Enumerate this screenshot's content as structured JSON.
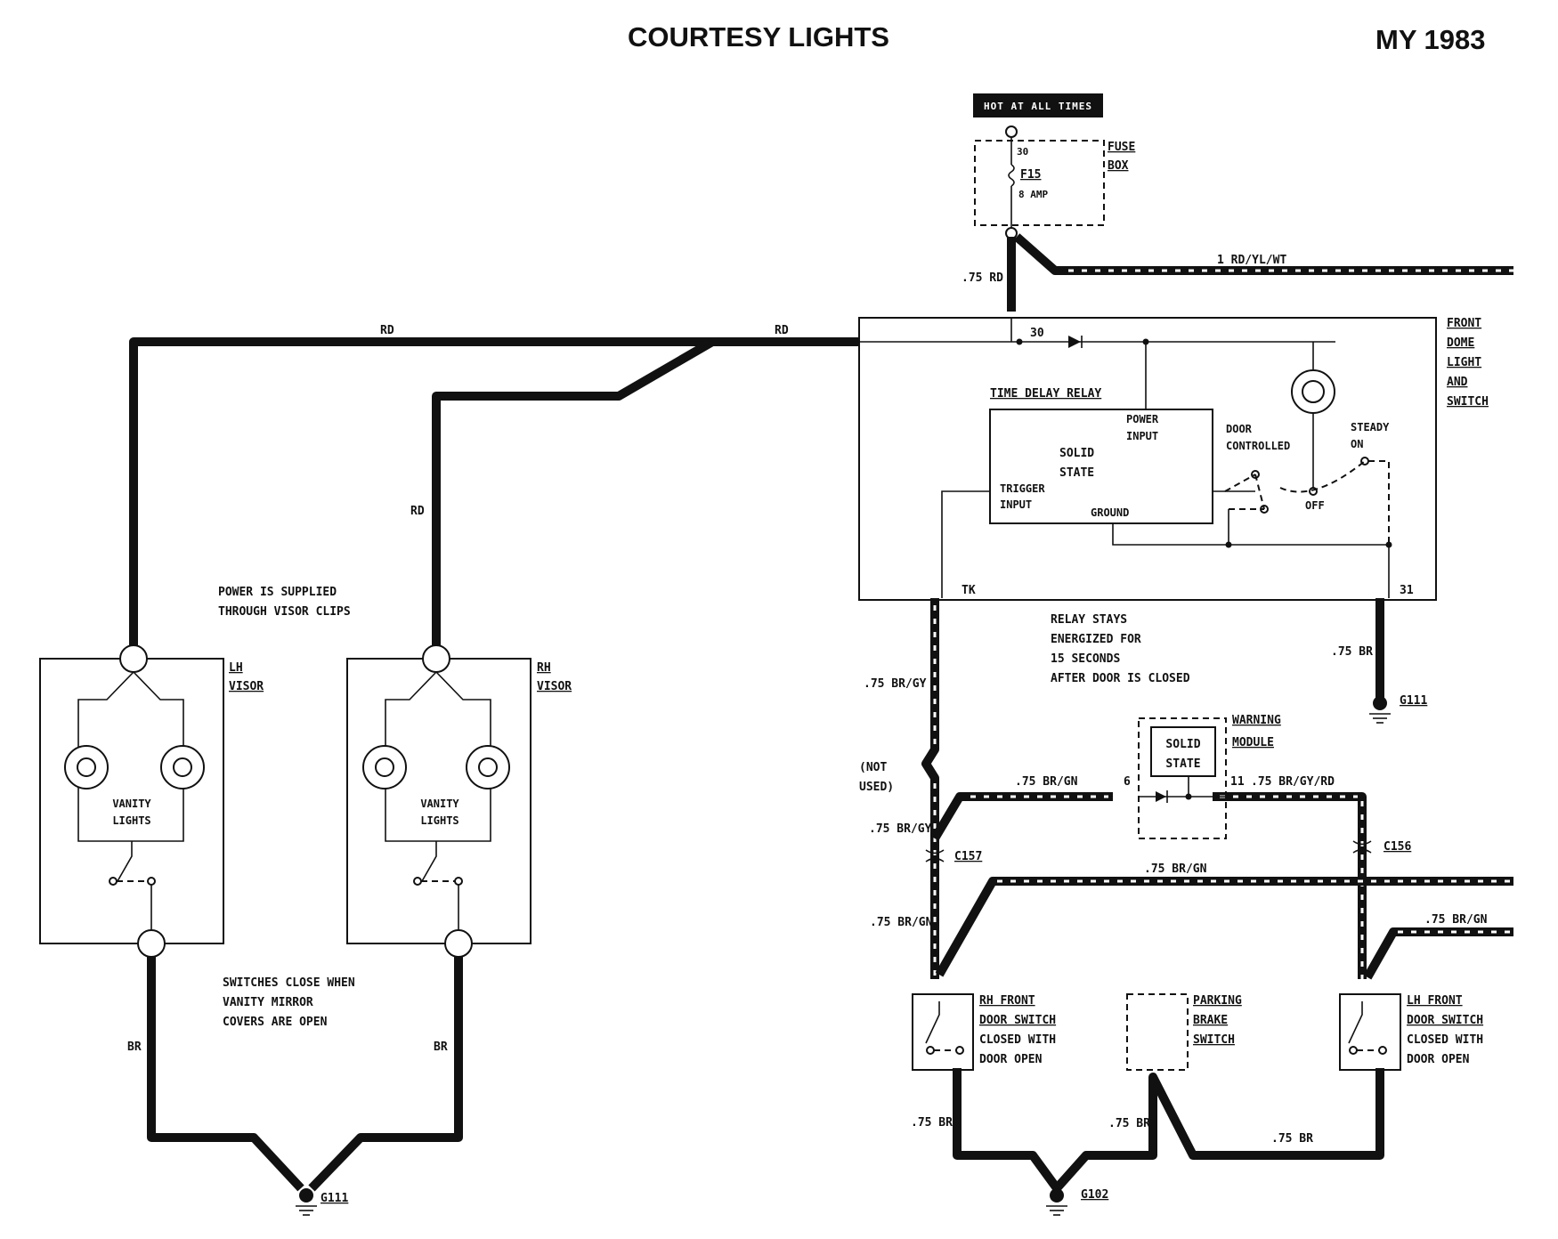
{
  "title": "COURTESY LIGHTS",
  "model_year": "MY 1983",
  "power": {
    "hot_label": "HOT AT ALL TIMES",
    "fuse_box": [
      "FUSE",
      "BOX"
    ],
    "fuse_terminal": "30",
    "fuse_name": "F15",
    "fuse_rating": "8 AMP"
  },
  "wires": {
    "rd_left": "RD",
    "rd_mid": "RD",
    "rd_rh_drop": "RD",
    "rd_75": ".75 RD",
    "rd_yl_wt": "1 RD/YL/WT",
    "br_lh": "BR",
    "br_rh": "BR",
    "br_gy_upper": ".75 BR/GY",
    "br_gy_lower": ".75 BR/GY",
    "br_gn_c157": ".75 BR/GN",
    "br_gn_warning": ".75 BR/GN",
    "br_gy_rd_warning": ".75 BR/GY/RD",
    "br_gn_mid": ".75 BR/GN",
    "br_gn_right": ".75 BR/GN",
    "br_31": ".75 BR",
    "br_rh_door": ".75 BR",
    "br_park": ".75 BR",
    "br_lh_door": ".75 BR"
  },
  "dome": {
    "label": [
      "FRONT",
      "DOME",
      "LIGHT",
      "AND",
      "SWITCH"
    ],
    "terminal_30": "30",
    "terminal_tk": "TK",
    "terminal_31": "31",
    "relay_title": "TIME DELAY RELAY",
    "solid_state": [
      "SOLID",
      "STATE"
    ],
    "power_input": [
      "POWER",
      "INPUT"
    ],
    "trigger_input": [
      "TRIGGER",
      "INPUT"
    ],
    "ground": "GROUND",
    "door_controlled": [
      "DOOR",
      "CONTROLLED"
    ],
    "steady_on": [
      "STEADY",
      "ON"
    ],
    "off": "OFF"
  },
  "notes": {
    "visor_power": [
      "POWER IS SUPPLIED",
      "THROUGH VISOR CLIPS"
    ],
    "relay": [
      "RELAY STAYS",
      "ENERGIZED FOR",
      "15 SECONDS",
      "AFTER DOOR IS CLOSED"
    ],
    "switches": [
      "SWITCHES CLOSE WHEN",
      "VANITY MIRROR",
      "COVERS ARE OPEN"
    ],
    "not_used": [
      "(NOT",
      "USED)"
    ]
  },
  "visors": {
    "lh": [
      "LH",
      "VISOR"
    ],
    "rh": [
      "RH",
      "VISOR"
    ],
    "vanity": [
      "VANITY",
      "LIGHTS"
    ]
  },
  "warning_module": {
    "label": [
      "WARNING",
      "MODULE"
    ],
    "solid_state": [
      "SOLID",
      "STATE"
    ],
    "pin_6": "6",
    "pin_11": "11"
  },
  "connectors": {
    "c157": "C157",
    "c156": "C156"
  },
  "switches": {
    "rh_door": [
      "RH FRONT",
      "DOOR SWITCH",
      "CLOSED WITH",
      "DOOR OPEN"
    ],
    "lh_door": [
      "LH FRONT",
      "DOOR SWITCH",
      "CLOSED WITH",
      "DOOR OPEN"
    ],
    "parking_brake": [
      "PARKING",
      "BRAKE",
      "SWITCH"
    ]
  },
  "grounds": {
    "g111_left": "G111",
    "g111_right": "G111",
    "g102": "G102"
  }
}
